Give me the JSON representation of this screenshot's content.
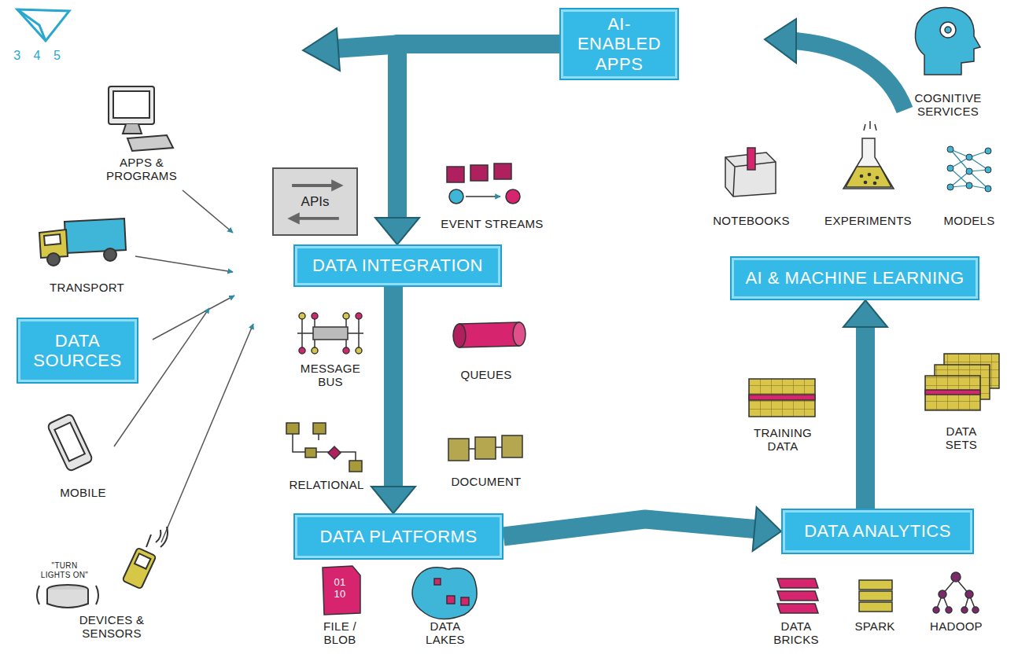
{
  "diagram": {
    "nodes": [
      {
        "text": [
          "AI-ENABLED APPS"
        ]
      },
      {
        "text": [
          "APIs"
        ]
      },
      {
        "text": [
          "DATA INTEGRATION"
        ]
      },
      {
        "text": [
          "DATA SOURCES"
        ]
      },
      {
        "text": [
          "AI & MACHINE LEARNING"
        ]
      },
      {
        "text": [
          "DATA PLATFORMS"
        ]
      },
      {
        "text": [
          "DATA ANALYTICS"
        ]
      }
    ],
    "edges": [
      {
        "from": 0,
        "to": 2,
        "arrow": "to"
      },
      {
        "from": 2,
        "to": 5,
        "arrow": "to"
      },
      {
        "from": 5,
        "to": 6,
        "arrow": "to"
      },
      {
        "from": 6,
        "to": 4,
        "arrow": "to"
      }
    ],
    "labels": [
      "3 4 5",
      "APPS & PROGRAMS",
      "TRANSPORT",
      "MOBILE",
      "\"TURN LIGHTS ON\"",
      "DEVICES & SENSORS",
      "EVENT STREAMS",
      "MESSAGE BUS",
      "QUEUES",
      "RELATIONAL",
      "DOCUMENT",
      "01 10",
      "FILE / BLOB",
      "DATA LAKES",
      "COGNITIVE SERVICES",
      "NOTEBOOKS",
      "EXPERIMENTS",
      "MODELS",
      "TRAINING DATA",
      "DATA SETS",
      "DATA BRICKS",
      "SPARK",
      "HADOOP"
    ]
  }
}
